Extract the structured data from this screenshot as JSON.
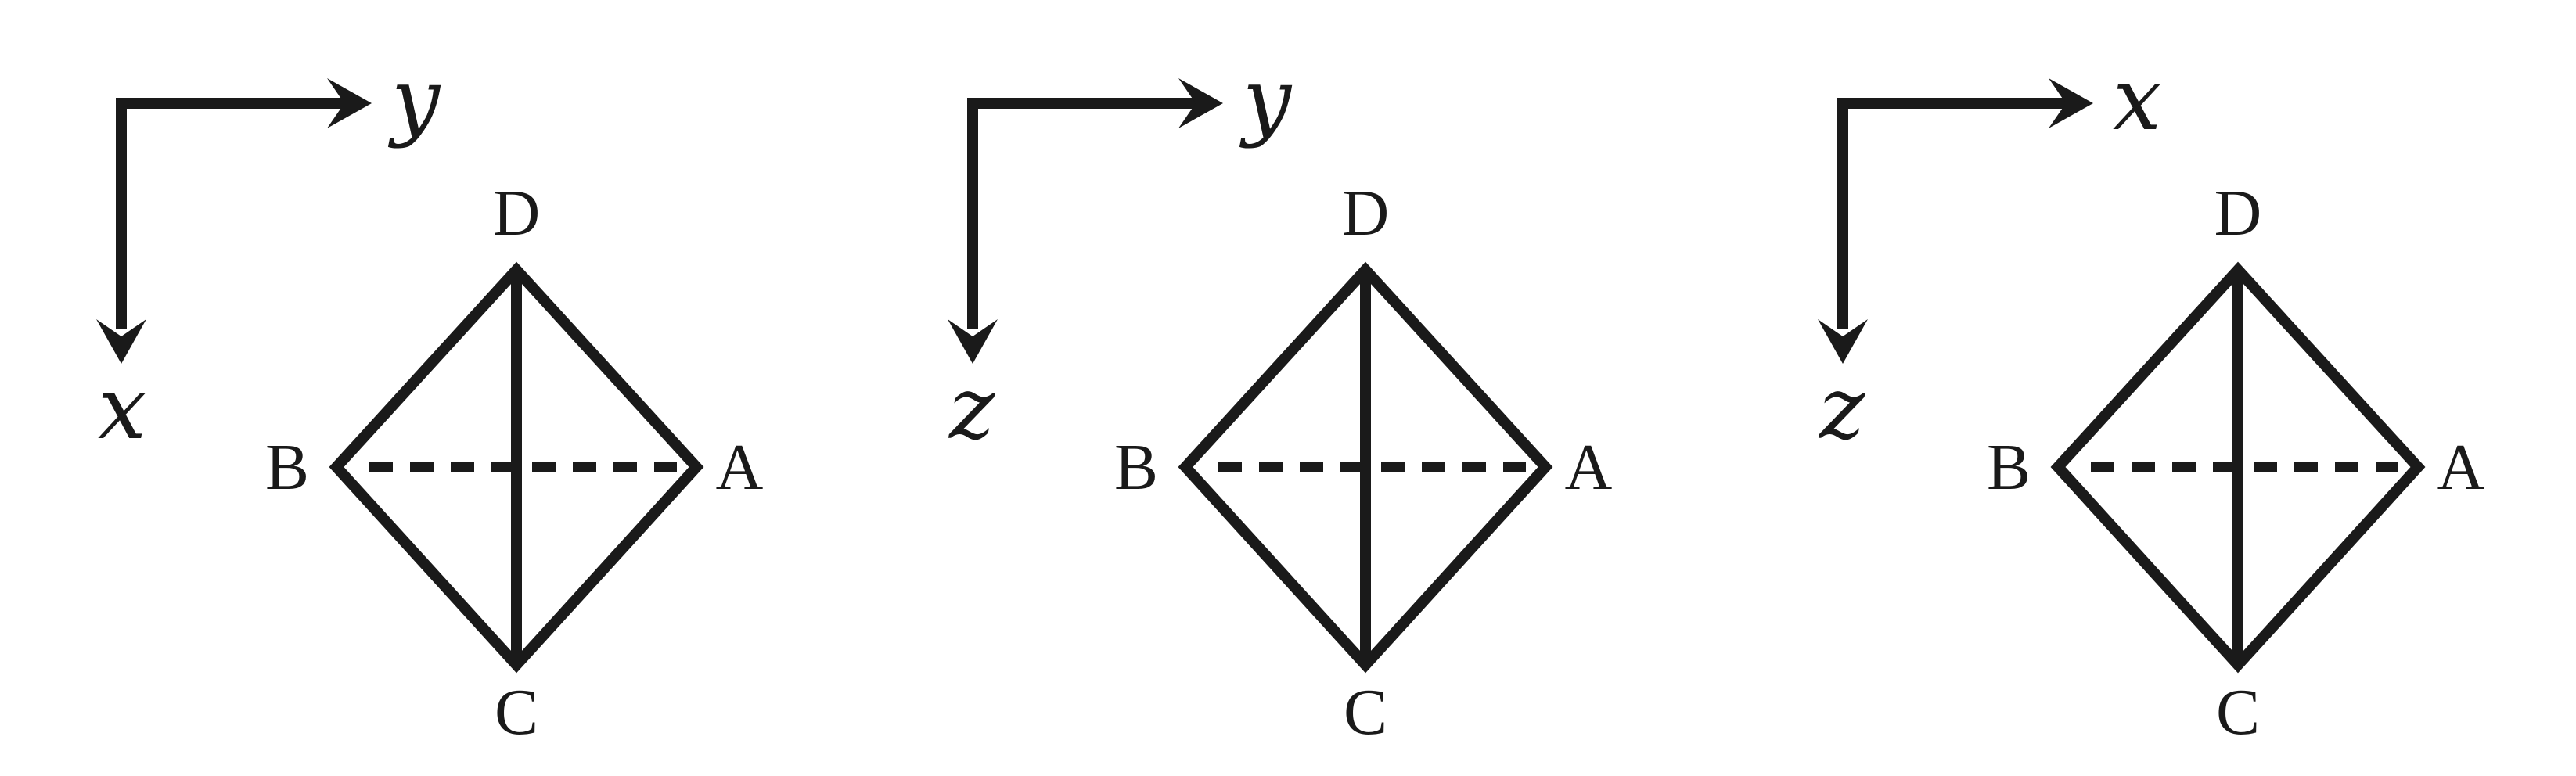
{
  "panels": [
    {
      "horizontal_axis": "y",
      "vertical_axis": "x",
      "vertices": {
        "top": "D",
        "left": "B",
        "right": "A",
        "bottom": "C"
      }
    },
    {
      "horizontal_axis": "y",
      "vertical_axis": "z",
      "vertices": {
        "top": "D",
        "left": "B",
        "right": "A",
        "bottom": "C"
      }
    },
    {
      "horizontal_axis": "x",
      "vertical_axis": "z",
      "vertices": {
        "top": "D",
        "left": "B",
        "right": "A",
        "bottom": "C"
      }
    }
  ],
  "colors": {
    "ink": "#1a1a1a",
    "background": "#ffffff"
  }
}
